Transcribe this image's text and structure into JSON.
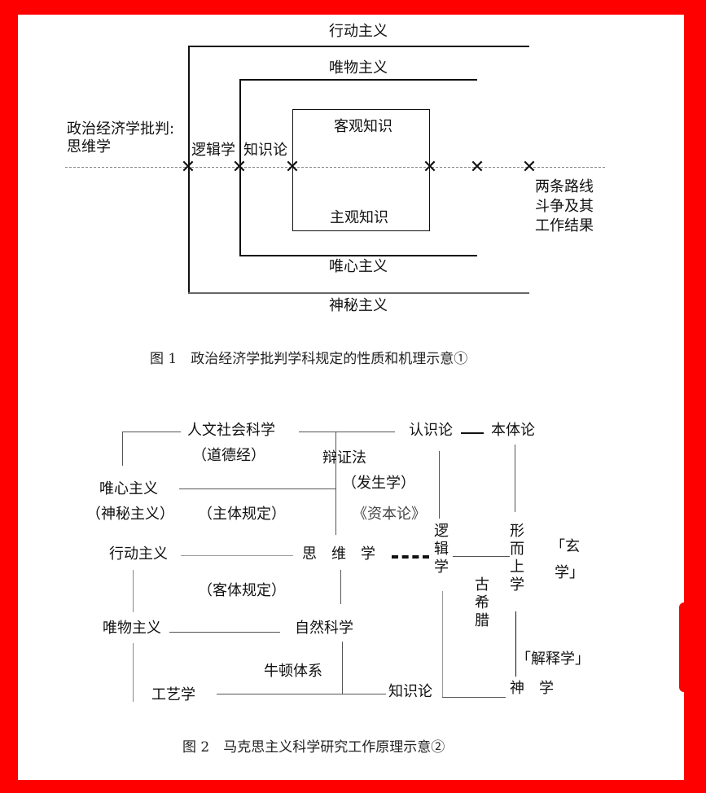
{
  "frame": {
    "border_color": "#ff0000",
    "background": "#ffffff"
  },
  "figure1": {
    "caption": "图 1　政治经济学批判学科规定的性质和机理示意①",
    "left_label_line1": "政治经济学批判:",
    "left_label_line2": "思维学",
    "outer_top": "行动主义",
    "middle_top": "唯物主义",
    "inner_top": "客观知识",
    "inner_bottom": "主观知识",
    "middle_bottom": "唯心主义",
    "outer_bottom": "神秘主义",
    "axis_label_1": "逻辑学",
    "axis_label_2": "知识论",
    "right_label_line1": "两条路线",
    "right_label_line2": "斗争及其",
    "right_label_line3": "工作结果",
    "marker": "✕"
  },
  "figure2": {
    "caption": "图 2　马克思主义科学研究工作原理示意②",
    "nodes": {
      "humanities": "人文社会科学",
      "daodejing": "（道德经）",
      "epistemology": "认识论",
      "ontology": "本体论",
      "dialectics": "辩证法",
      "genetics": "（发生学）",
      "capital": "《资本论》",
      "idealism": "唯心主义",
      "mysticism": "（神秘主义）",
      "subject_def": "（主体规定）",
      "activism": "行动主义",
      "noetics": "思　维　学",
      "logic": "逻辑学",
      "metaphysics": "形而上学",
      "xuanxue": "「玄学」",
      "object_def": "（客体规定）",
      "ancient_greece": "古希腊",
      "materialism": "唯物主义",
      "natural_science": "自然科学",
      "hermeneutics": "「解释学」",
      "newton": "牛顿体系",
      "technology": "工艺学",
      "knowledge_theory": "知识论",
      "theology": "神　学"
    }
  }
}
